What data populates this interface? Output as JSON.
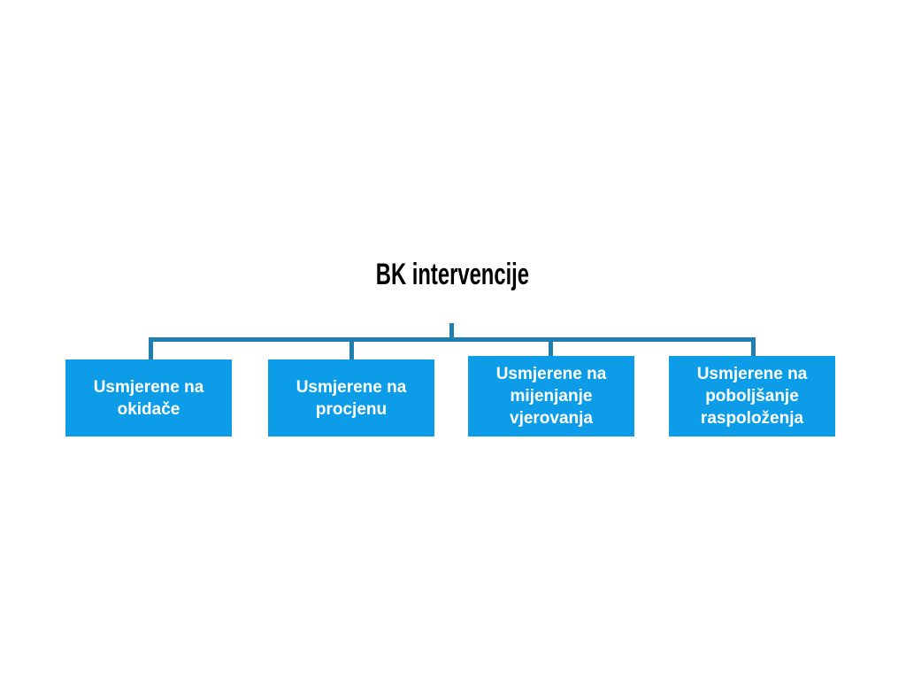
{
  "diagram": {
    "type": "hierarchy-tree",
    "title": "BK intervencije",
    "colors": {
      "node_fill": "#0D9DE8",
      "node_text": "#FFFFFF",
      "connector": "#1E7FB0",
      "title_text": "#000000",
      "background": "#FFFFFF"
    },
    "nodes": [
      {
        "id": "node-1",
        "label": "Usmjerene na\nokidače"
      },
      {
        "id": "node-2",
        "label": "Usmjerene na\nprocjenu"
      },
      {
        "id": "node-3",
        "label": "Usmjerene na\nmijenjanje\nvjerovanja"
      },
      {
        "id": "node-4",
        "label": "Usmjerene na\npoboljšanje\nraspoloženja"
      }
    ]
  }
}
